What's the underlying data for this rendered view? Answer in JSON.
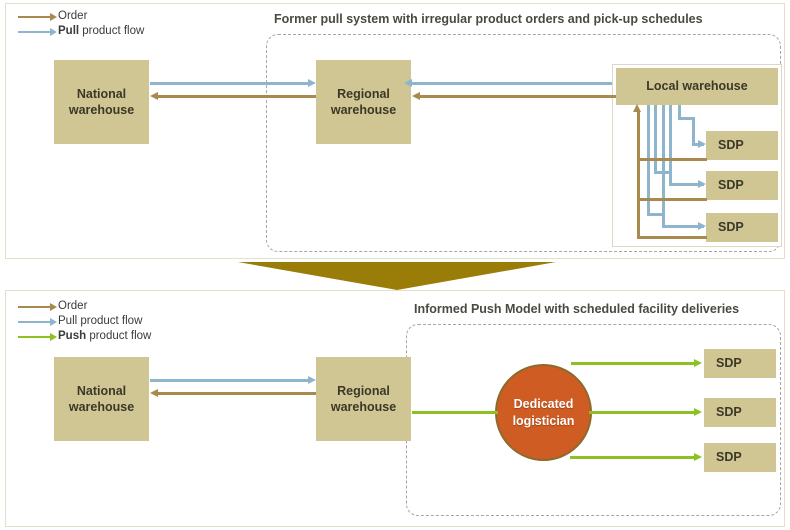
{
  "colors": {
    "order": "#a98a4e",
    "pull": "#8fb5cd",
    "push": "#8dc021",
    "node_fill": "#cfc693",
    "circle_fill": "#cf5c23",
    "circle_border": "#8d6a2b",
    "transition_arrow": "#9a7d08",
    "dashed_border": "#a5a5a5",
    "panel_border": "#e3dfc9",
    "title_text": "#4a4a42"
  },
  "top_panel": {
    "title": "Former pull system with irregular product orders and pick-up schedules",
    "legend": [
      {
        "label": "Order",
        "bold_prefix": "",
        "color_key": "order",
        "icon": "arrow-right-icon"
      },
      {
        "label": " product flow",
        "bold_prefix": "Pull",
        "color_key": "pull",
        "icon": "arrow-right-icon"
      }
    ],
    "nodes": {
      "national": "National\nwarehouse",
      "national_line1": "National",
      "national_line2": "warehouse",
      "regional_line1": "Regional",
      "regional_line2": "warehouse",
      "local": "Local warehouse"
    },
    "sdps": [
      {
        "label": "SDP"
      },
      {
        "label": "SDP"
      },
      {
        "label": "SDP"
      }
    ]
  },
  "bottom_panel": {
    "title": "Informed Push Model with scheduled facility deliveries",
    "legend": [
      {
        "label": "Order",
        "bold_prefix": "",
        "color_key": "order",
        "icon": "arrow-right-icon"
      },
      {
        "label": "Pull product flow",
        "bold_prefix": "",
        "color_key": "pull",
        "icon": "arrow-right-icon"
      },
      {
        "label": " product flow",
        "bold_prefix": "Push",
        "color_key": "push",
        "icon": "arrow-right-icon"
      }
    ],
    "nodes": {
      "national_line1": "National",
      "national_line2": "warehouse",
      "regional_line1": "Regional",
      "regional_line2": "warehouse",
      "logistician_line1": "Dedicated",
      "logistician_line2": "logistician"
    },
    "sdps": [
      {
        "label": "SDP"
      },
      {
        "label": "SDP"
      },
      {
        "label": "SDP"
      }
    ]
  }
}
